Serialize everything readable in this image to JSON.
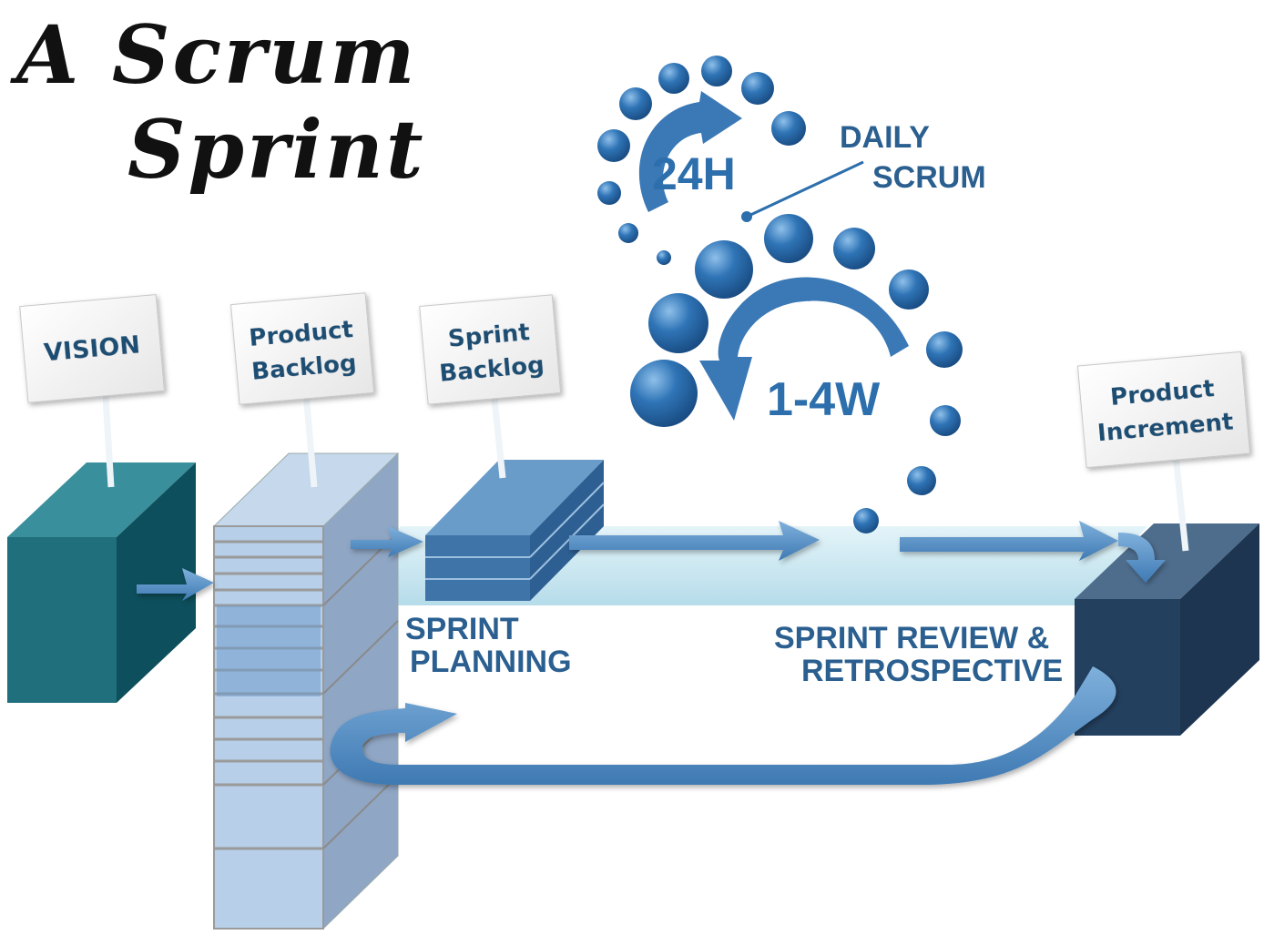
{
  "title": {
    "line1": "A Scrum",
    "line2": "Sprint"
  },
  "signs": {
    "vision": [
      "VISION"
    ],
    "product_backlog": [
      "Product",
      "Backlog"
    ],
    "sprint_backlog": [
      "Sprint",
      "Backlog"
    ],
    "product_increment": [
      "Product",
      "Increment"
    ]
  },
  "labels": {
    "sprint_planning": [
      "SPRINT",
      "PLANNING"
    ],
    "sprint_review": [
      "SPRINT REVIEW &",
      "RETROSPECTIVE"
    ],
    "daily_scrum": [
      "DAILY",
      "SCRUM"
    ],
    "daily_cycle": "24H",
    "sprint_cycle": "1-4W"
  },
  "colors": {
    "vision_box": "#1f6f7d",
    "backlog_light": "#b7cfe8",
    "sprint_backlog_box": "#3f74a8",
    "increment_box": "#23405f",
    "arrow": "#5a92c6",
    "dots": "#2d6fb0",
    "label": "#2a5f90"
  }
}
